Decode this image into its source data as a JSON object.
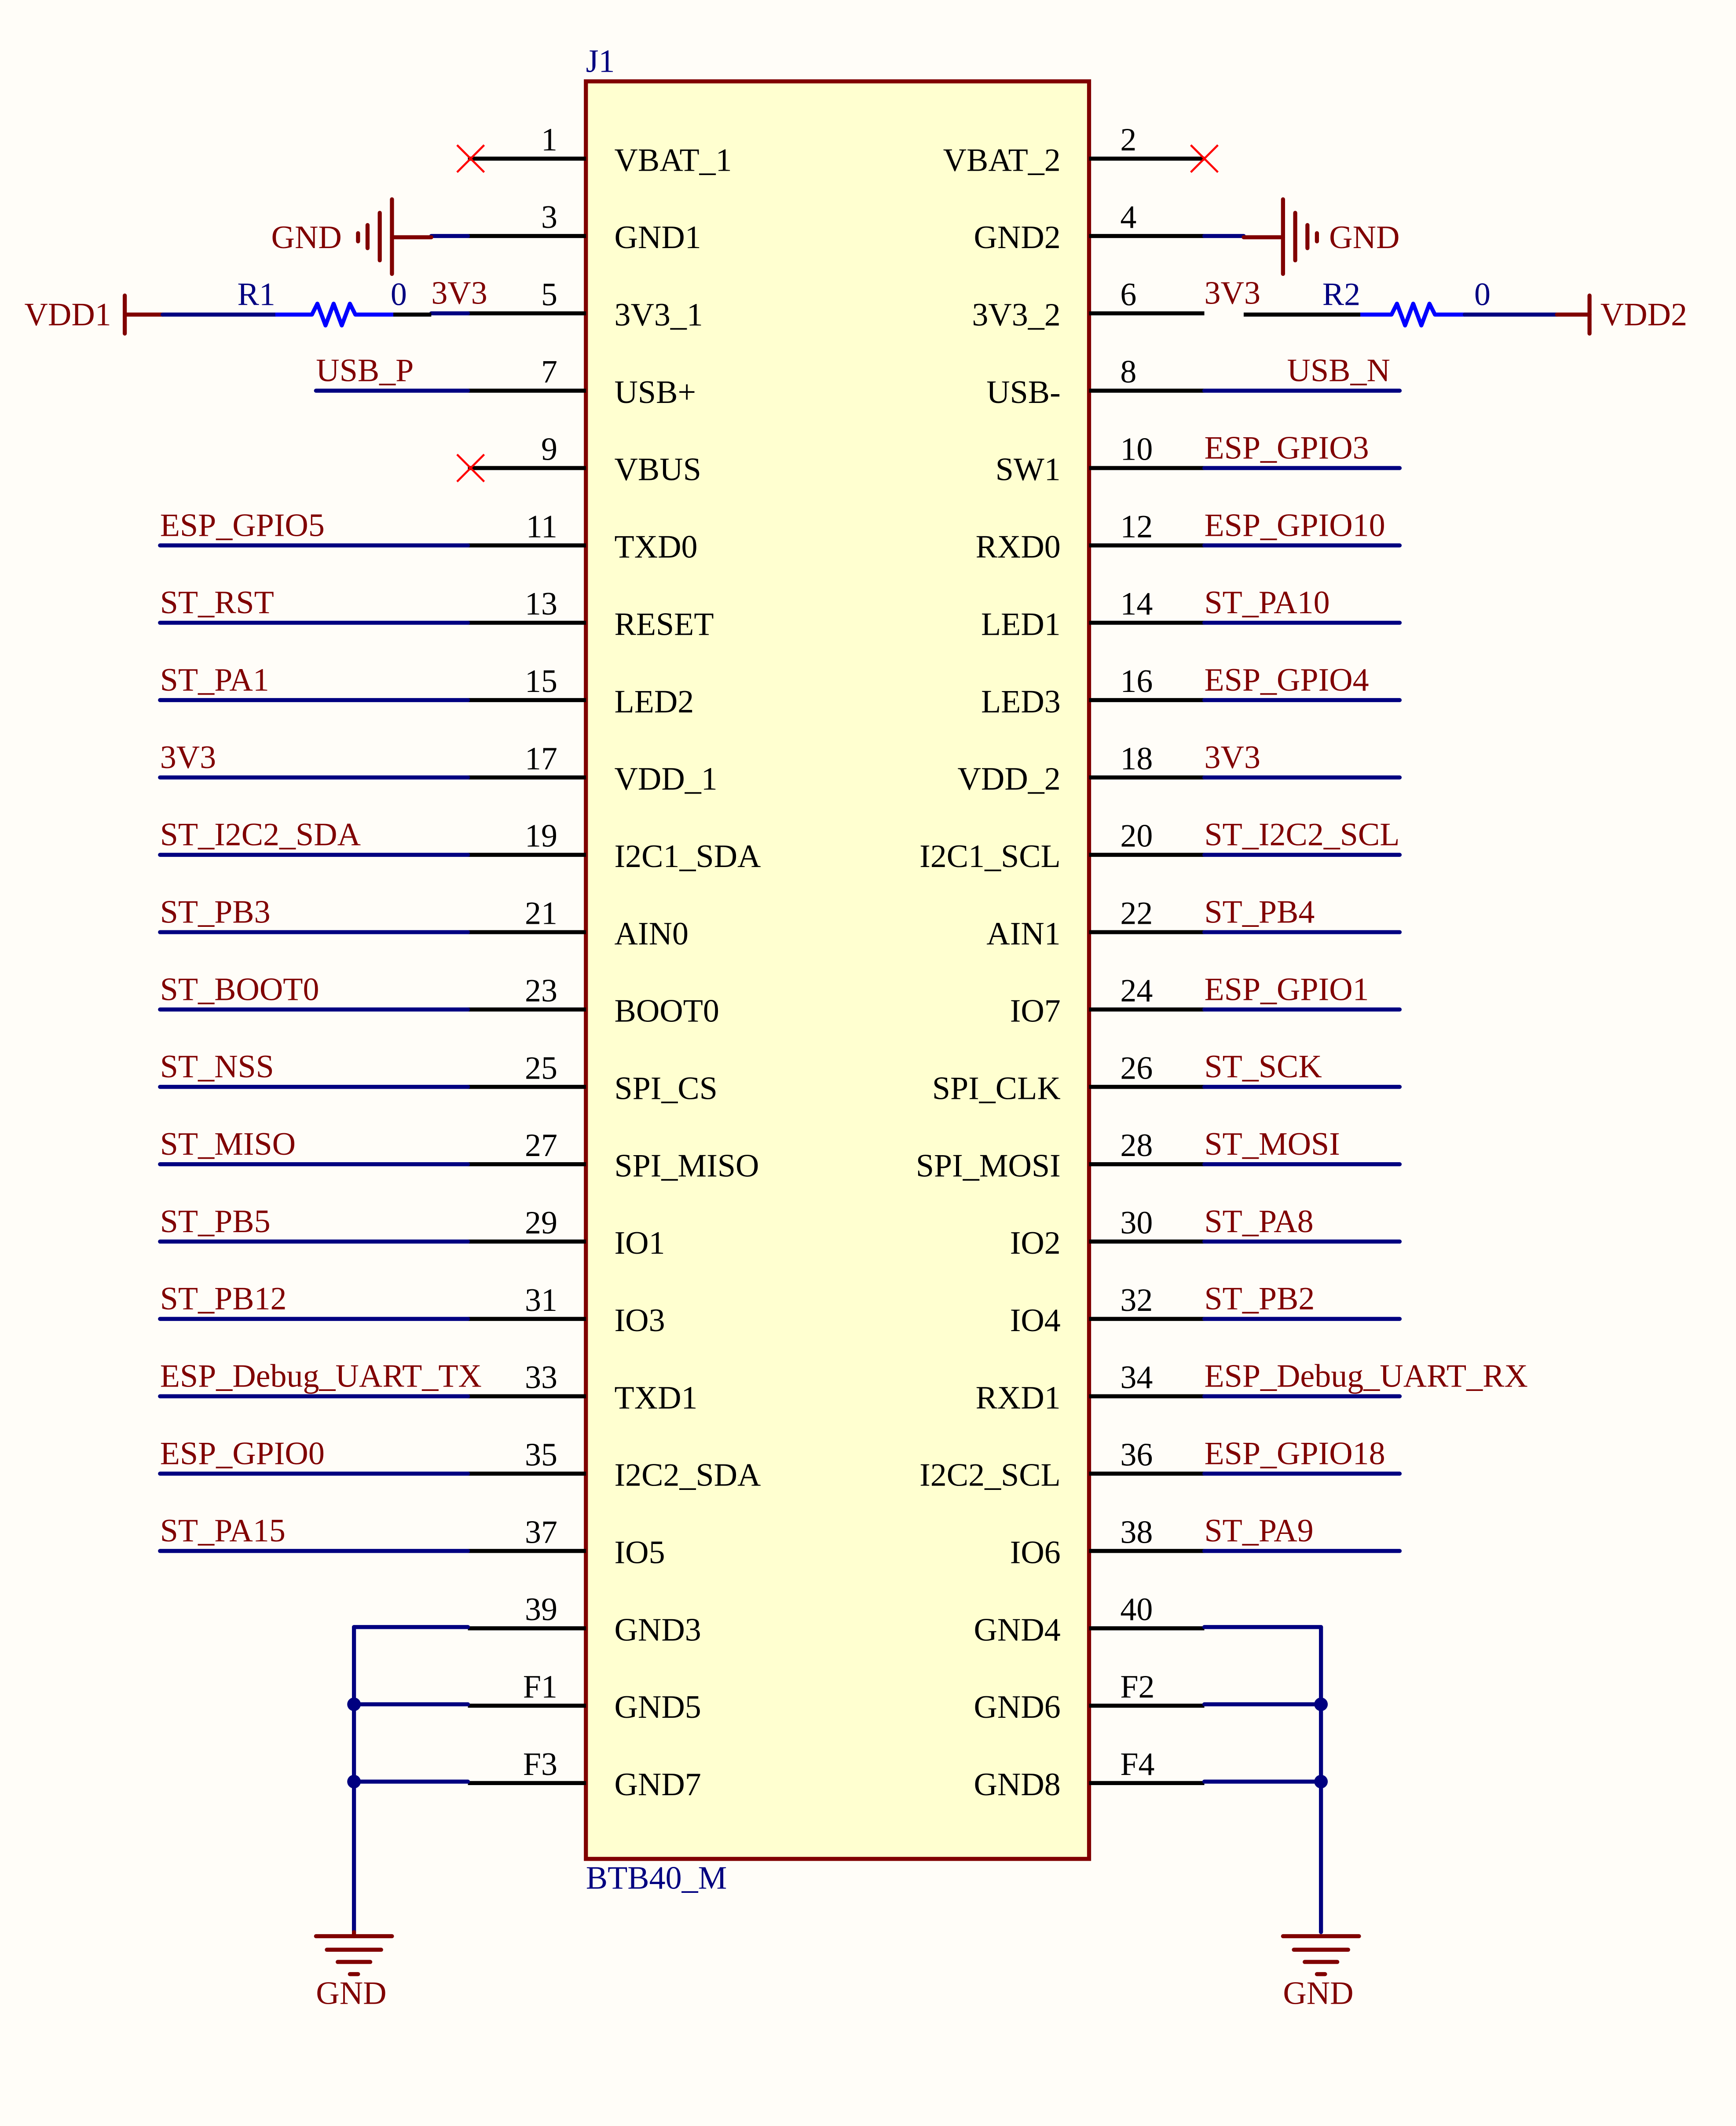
{
  "component": {
    "designator": "J1",
    "part": "BTB40_M",
    "colors": {
      "body_fill": "#ffffd0",
      "body_stroke": "#800000",
      "wire": "#000080",
      "net_label": "#800000",
      "pin": "#000000",
      "no_connect": "#ff0000",
      "resistor": "#0000ff"
    }
  },
  "left_pins": [
    {
      "num": "1",
      "name": "VBAT_1",
      "net": "",
      "nc": true
    },
    {
      "num": "3",
      "name": "GND1",
      "net": "GND",
      "kind": "gnd-side"
    },
    {
      "num": "5",
      "name": "3V3_1",
      "net": "3V3",
      "kind": "resistor"
    },
    {
      "num": "7",
      "name": "USB+",
      "net": "USB_P"
    },
    {
      "num": "9",
      "name": "VBUS",
      "net": "",
      "nc": true
    },
    {
      "num": "11",
      "name": "TXD0",
      "net": "ESP_GPIO5"
    },
    {
      "num": "13",
      "name": "RESET",
      "net": "ST_RST"
    },
    {
      "num": "15",
      "name": "LED2",
      "net": "ST_PA1"
    },
    {
      "num": "17",
      "name": "VDD_1",
      "net": "3V3"
    },
    {
      "num": "19",
      "name": "I2C1_SDA",
      "net": "ST_I2C2_SDA"
    },
    {
      "num": "21",
      "name": "AIN0",
      "net": "ST_PB3"
    },
    {
      "num": "23",
      "name": "BOOT0",
      "net": "ST_BOOT0"
    },
    {
      "num": "25",
      "name": "SPI_CS",
      "net": "ST_NSS"
    },
    {
      "num": "27",
      "name": "SPI_MISO",
      "net": "ST_MISO"
    },
    {
      "num": "29",
      "name": "IO1",
      "net": "ST_PB5"
    },
    {
      "num": "31",
      "name": "IO3",
      "net": "ST_PB12"
    },
    {
      "num": "33",
      "name": "TXD1",
      "net": "ESP_Debug_UART_TX"
    },
    {
      "num": "35",
      "name": "I2C2_SDA",
      "net": "ESP_GPIO0"
    },
    {
      "num": "37",
      "name": "IO5",
      "net": "ST_PA15"
    },
    {
      "num": "39",
      "name": "GND3",
      "net": "",
      "kind": "gnd-bus"
    },
    {
      "num": "F1",
      "name": "GND5",
      "net": "",
      "kind": "gnd-bus"
    },
    {
      "num": "F3",
      "name": "GND7",
      "net": "",
      "kind": "gnd-bus"
    }
  ],
  "right_pins": [
    {
      "num": "2",
      "name": "VBAT_2",
      "net": "",
      "nc": true
    },
    {
      "num": "4",
      "name": "GND2",
      "net": "GND",
      "kind": "gnd-side"
    },
    {
      "num": "6",
      "name": "3V3_2",
      "net": "3V3",
      "kind": "resistor"
    },
    {
      "num": "8",
      "name": "USB-",
      "net": "USB_N"
    },
    {
      "num": "10",
      "name": "SW1",
      "net": "ESP_GPIO3"
    },
    {
      "num": "12",
      "name": "RXD0",
      "net": "ESP_GPIO10"
    },
    {
      "num": "14",
      "name": "LED1",
      "net": "ST_PA10"
    },
    {
      "num": "16",
      "name": "LED3",
      "net": "ESP_GPIO4"
    },
    {
      "num": "18",
      "name": "VDD_2",
      "net": "3V3"
    },
    {
      "num": "20",
      "name": "I2C1_SCL",
      "net": "ST_I2C2_SCL"
    },
    {
      "num": "22",
      "name": "AIN1",
      "net": "ST_PB4"
    },
    {
      "num": "24",
      "name": "IO7",
      "net": "ESP_GPIO1"
    },
    {
      "num": "26",
      "name": "SPI_CLK",
      "net": "ST_SCK"
    },
    {
      "num": "28",
      "name": "SPI_MOSI",
      "net": "ST_MOSI"
    },
    {
      "num": "30",
      "name": "IO2",
      "net": "ST_PA8"
    },
    {
      "num": "32",
      "name": "IO4",
      "net": "ST_PB2"
    },
    {
      "num": "34",
      "name": "RXD1",
      "net": "ESP_Debug_UART_RX"
    },
    {
      "num": "36",
      "name": "I2C2_SCL",
      "net": "ESP_GPIO18"
    },
    {
      "num": "38",
      "name": "IO6",
      "net": "ST_PA9"
    },
    {
      "num": "40",
      "name": "GND4",
      "net": "",
      "kind": "gnd-bus"
    },
    {
      "num": "F2",
      "name": "GND6",
      "net": "",
      "kind": "gnd-bus"
    },
    {
      "num": "F4",
      "name": "GND8",
      "net": "",
      "kind": "gnd-bus"
    }
  ],
  "resistors": [
    {
      "ref": "R1",
      "value": "0",
      "power_port": "VDD1"
    },
    {
      "ref": "R2",
      "value": "0",
      "power_port": "VDD2"
    }
  ],
  "ground_ports": {
    "left_top": "GND",
    "right_top": "GND",
    "left_bottom": "GND",
    "right_bottom": "GND"
  }
}
